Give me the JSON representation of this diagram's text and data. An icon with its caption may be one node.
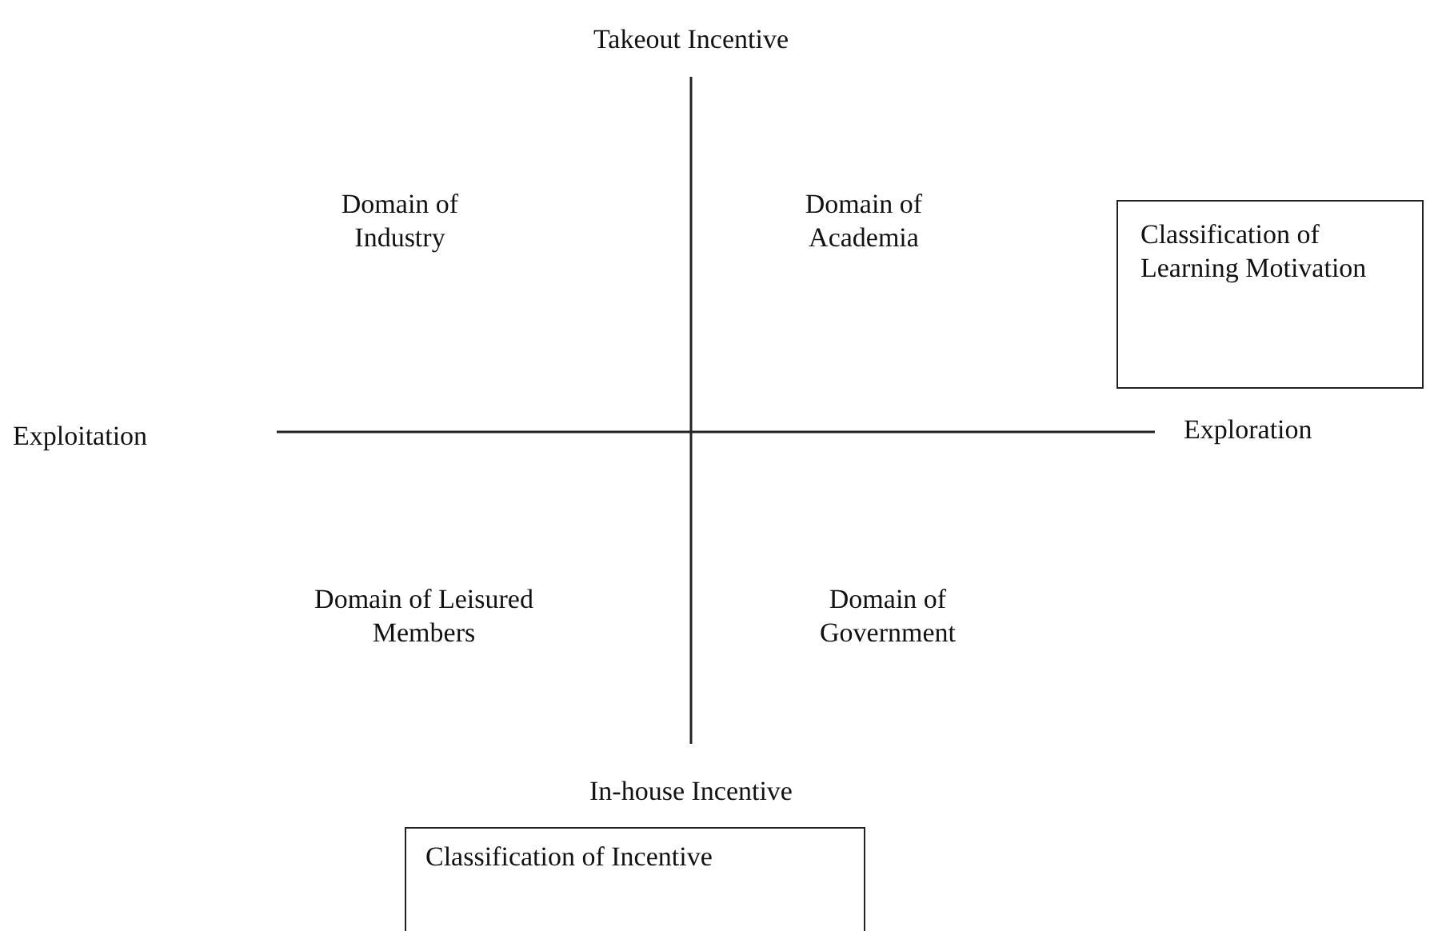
{
  "diagram": {
    "nodes": [
      {
        "text": [
          "Classification of Learning Motivation"
        ]
      },
      {
        "text": [
          "Classification of Incentive"
        ]
      }
    ],
    "labels": [
      "Takeout Incentive",
      "Domain of Industry",
      "Domain of Academia",
      "Exploitation",
      "Exploration",
      "Domain of Leisured Members",
      "Domain of Government",
      "In-house Incentive"
    ]
  }
}
